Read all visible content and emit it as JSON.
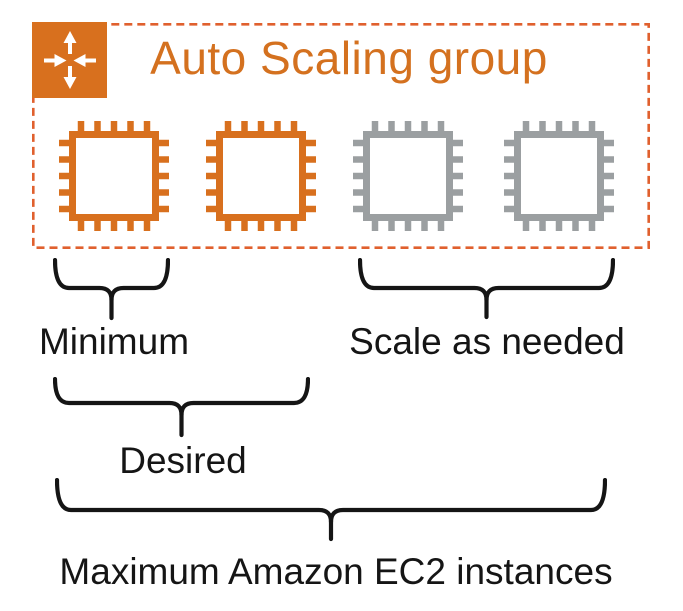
{
  "auto_scaling_group": {
    "title": "Auto Scaling group",
    "icon": "auto-scaling-bidirectional-arrows",
    "instances": [
      {
        "type": "ec2-instance",
        "status": "running"
      },
      {
        "type": "ec2-instance",
        "status": "running"
      },
      {
        "type": "ec2-instance",
        "status": "scalable"
      },
      {
        "type": "ec2-instance",
        "status": "scalable"
      }
    ],
    "running_count": 2,
    "scalable_count": 2
  },
  "labels": {
    "minimum": "Minimum",
    "scale_as_needed": "Scale as needed",
    "desired": "Desired",
    "maximum": "Maximum Amazon EC2 instances"
  },
  "theme": {
    "orange_text": "#D4711F",
    "dash_orange": "#E0602E",
    "icon_bg_orange": "#D8701E",
    "instance_orange": "#D8701E",
    "instance_gray": "#9B9FA1",
    "text_dark": "#151515",
    "background": "#FFFFFF",
    "icon_arrow": "#FFFFFF"
  }
}
